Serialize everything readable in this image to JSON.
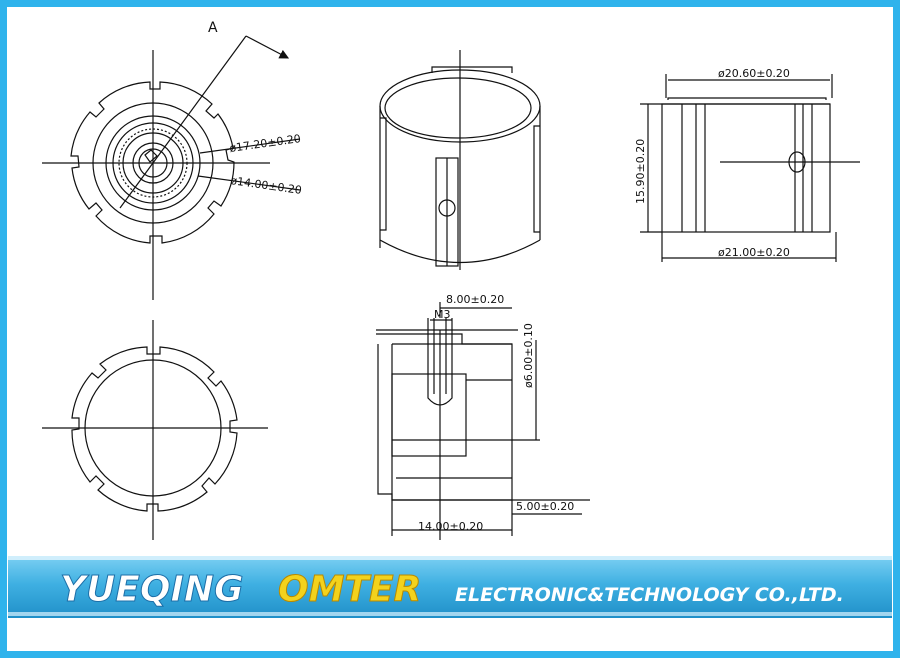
{
  "drawing": {
    "section_marker": "A",
    "front_view": {
      "outer_dia": "ø17.20±0.20",
      "inner_dia": "ø14.00±0.20"
    },
    "side_view": {
      "top_dia": "ø20.60±0.20",
      "bottom_dia": "ø21.00±0.20",
      "height": "15.90±0.20"
    },
    "section_view": {
      "thread": "M3",
      "bore_depth": "8.00±0.20",
      "shaft_dia": "ø6.00±0.10",
      "shaft_depth": "5.00±0.20",
      "overall_length": "14.00±0.20"
    }
  },
  "banner": {
    "brand": "YUEQING",
    "brand_accent": "OMTER",
    "tagline": "ELECTRONIC&TECHNOLOGY  CO.,LTD."
  },
  "colors": {
    "border": "#2fb3ec",
    "banner_light": "#d9f2fd",
    "banner_dark": "#3aa9dc",
    "brand_text": "#ffffff",
    "brand_accent": "#f3d21c",
    "tagline_text": "#ffffff",
    "line": "#111111"
  }
}
